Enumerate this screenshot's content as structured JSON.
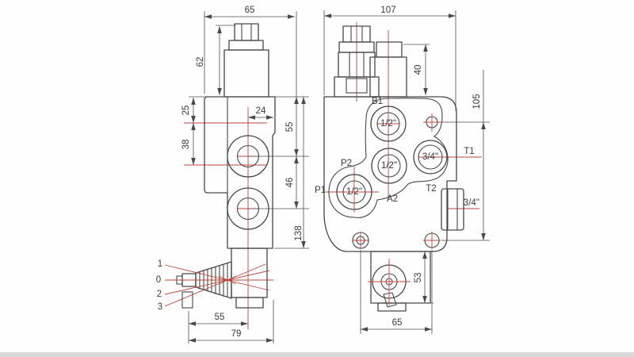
{
  "side_view": {
    "dim_width": "65",
    "dim_cap_height": "62",
    "dim_flange_top_offset": "25",
    "dim_flange_port_offset": "38",
    "dim_center_to_edge": "24",
    "dim_top_to_first_port": "55",
    "dim_port_spacing": "46",
    "dim_body_height": "138",
    "dim_lever_to_center": "55",
    "dim_lever_overall": "79",
    "lever_positions": {
      "pos1": "1",
      "pos0": "0",
      "pos2": "2",
      "pos3": "3"
    }
  },
  "front_view": {
    "dim_width": "107",
    "dim_plug_height": "40",
    "dim_hole_span_vertical": "105",
    "dim_lever_housing_height": "53",
    "dim_hole_span_horizontal": "65",
    "port_labels": {
      "b1": "B1",
      "p2": "P2",
      "p1": "P1",
      "a2": "A2",
      "t1": "T1",
      "t2": "T2"
    },
    "port_sizes": {
      "b1": "1/2\"",
      "a2": "1/2\"",
      "p": "1/2\"",
      "t1": "3/4\"",
      "side_plug": "3/4''"
    }
  },
  "colors": {
    "outline": "#474747",
    "dimension_lines": "#4f4f4f",
    "centerline_red": "#c2443a",
    "footer_strip": "#d9d9d9"
  }
}
